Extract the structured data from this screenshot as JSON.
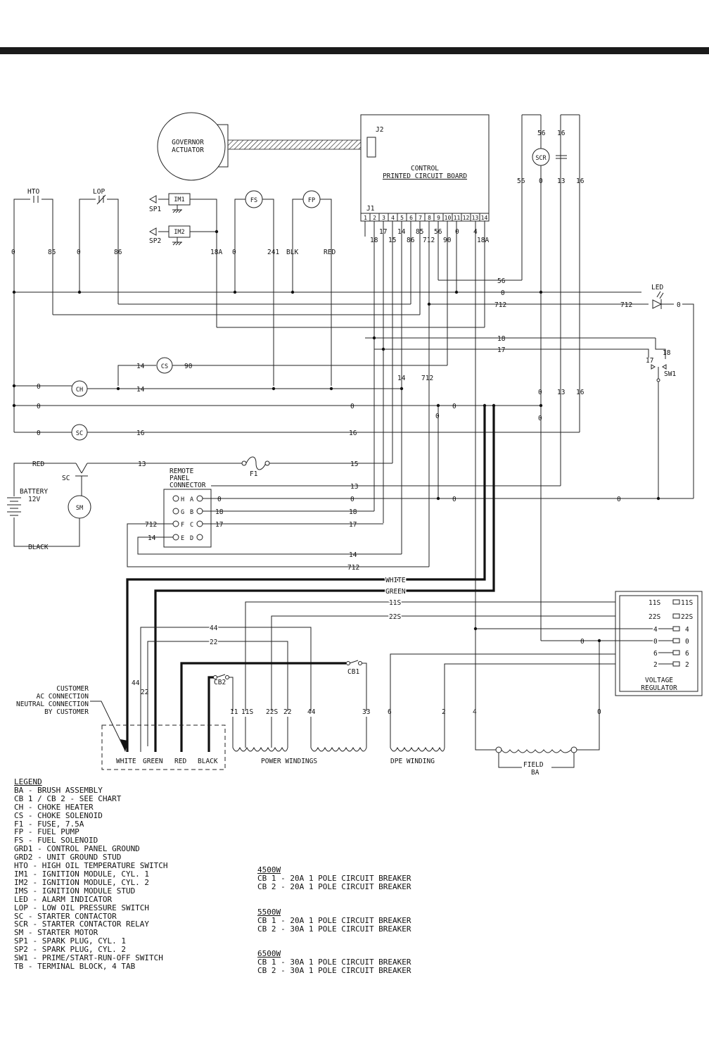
{
  "components": {
    "governor": [
      "GOVERNOR",
      "ACTUATOR"
    ],
    "control_board": [
      "CONTROL",
      "PRINTED CIRCUIT BOARD"
    ],
    "j1": "J1",
    "j2": "J2",
    "j1_pins": [
      "1",
      "2",
      "3",
      "4",
      "5",
      "6",
      "7",
      "8",
      "9",
      "10",
      "11",
      "12",
      "13",
      "14"
    ],
    "hto": "HTO",
    "lop": "LOP",
    "im1": "IM1",
    "im2": "IM2",
    "sp1": "SP1",
    "sp2": "SP2",
    "fs": "FS",
    "fp": "FP",
    "scr": "SCR",
    "led": "LED",
    "sw1": "SW1",
    "cs": "CS",
    "ch": "CH",
    "sc": "SC",
    "sm": "SM",
    "f1": "F1",
    "battery": [
      "BATTERY",
      "12V"
    ],
    "remote_panel": [
      "REMOTE",
      "PANEL",
      "CONNECTOR"
    ],
    "remote_pins": [
      "H",
      "G",
      "F",
      "E",
      "A",
      "B",
      "C",
      "D"
    ],
    "cb1": "CB1",
    "cb2": "CB2",
    "voltage_regulator": [
      "VOLTAGE",
      "REGULATOR"
    ],
    "customer_note": [
      "CUSTOMER",
      "AC CONNECTION",
      "NEUTRAL CONNECTION",
      "BY CUSTOMER"
    ],
    "output_terms": [
      "WHITE",
      "GREEN",
      "RED",
      "BLACK"
    ],
    "power_windings": "POWER WINDINGS",
    "dpe_winding": "DPE WINDING",
    "field": [
      "FIELD",
      "BA"
    ]
  },
  "wire_labels": {
    "j1_upper": [
      "17",
      "14",
      "85",
      "56",
      "0",
      "4"
    ],
    "j1_lower": [
      "18",
      "15",
      "86",
      "712",
      "90",
      "18A"
    ],
    "left_drops": [
      "0",
      "85",
      "0",
      "86",
      "18A",
      "0",
      "241",
      "BLK",
      "RED"
    ],
    "scr_top": [
      "56",
      "16"
    ],
    "scr_side": [
      "56",
      "0",
      "13",
      "16"
    ],
    "bus_56": "56",
    "bus_0_top": "0",
    "bus_712": [
      "712",
      "712"
    ],
    "led_out": "0",
    "bus_18": "18",
    "bus_17": "17",
    "sw1_pins": [
      "17",
      "18"
    ],
    "cs_wires": [
      "14",
      "90"
    ],
    "ch_wires": [
      "0",
      "14"
    ],
    "mid_14_712": [
      "14",
      "712"
    ],
    "right_mid": [
      "0",
      "13",
      "16"
    ],
    "zero_bus": [
      "0",
      "0",
      "0",
      "0"
    ],
    "sc_wires": [
      "0",
      "16",
      "16"
    ],
    "battery_wires": [
      "RED",
      "13",
      "BLACK"
    ],
    "f1_wire": "15",
    "bus_13": "13",
    "remote_wires": [
      "0",
      "0",
      "0",
      "0",
      "18",
      "18",
      "17",
      "17",
      "712",
      "14",
      "14",
      "712"
    ],
    "ac_wires": [
      "WHITE",
      "GREEN",
      "11S",
      "22S",
      "44",
      "22",
      "11S",
      "22S",
      "4",
      "0",
      "6",
      "2"
    ],
    "lead_44_22": [
      "44",
      "22"
    ],
    "winding_leads": [
      "11",
      "11S",
      "22S",
      "22",
      "44",
      "33",
      "6",
      "2",
      "4",
      "0"
    ]
  },
  "legend": {
    "title": "LEGEND",
    "items": [
      "BA - BRUSH ASSEMBLY",
      "CB 1 / CB 2 - SEE CHART",
      "CH - CHOKE HEATER",
      "CS - CHOKE SOLENOID",
      "F1 - FUSE, 7.5A",
      "FP - FUEL PUMP",
      "FS - FUEL SOLENOID",
      "GRD1 - CONTROL PANEL GROUND",
      "GRD2 - UNIT GROUND STUD",
      "HTO - HIGH OIL TEMPERATURE SWITCH",
      "IM1 - IGNITION MODULE, CYL. 1",
      "IM2 - IGNITION MODULE, CYL. 2",
      "IMS - IGNITION MODULE STUD",
      "LED - ALARM INDICATOR",
      "LOP - LOW OIL PRESSURE SWITCH",
      "SC - STARTER CONTACTOR",
      "SCR - STARTER CONTACTOR RELAY",
      "SM - STARTER MOTOR",
      "SP1 - SPARK PLUG, CYL. 1",
      "SP2 - SPARK PLUG, CYL. 2",
      "SW1 - PRIME/START-RUN-OFF SWITCH",
      "TB - TERMINAL BLOCK, 4 TAB"
    ]
  },
  "breaker_chart": [
    {
      "model": "4500W",
      "lines": [
        "CB 1 - 20A 1 POLE CIRCUIT BREAKER",
        "CB 2 - 20A 1 POLE CIRCUIT BREAKER"
      ]
    },
    {
      "model": "5500W",
      "lines": [
        "CB 1 - 20A 1 POLE CIRCUIT BREAKER",
        "CB 2 - 30A 1 POLE CIRCUIT BREAKER"
      ]
    },
    {
      "model": "6500W",
      "lines": [
        "CB 1 - 30A 1 POLE CIRCUIT BREAKER",
        "CB 2 - 30A 1 POLE CIRCUIT BREAKER"
      ]
    }
  ]
}
